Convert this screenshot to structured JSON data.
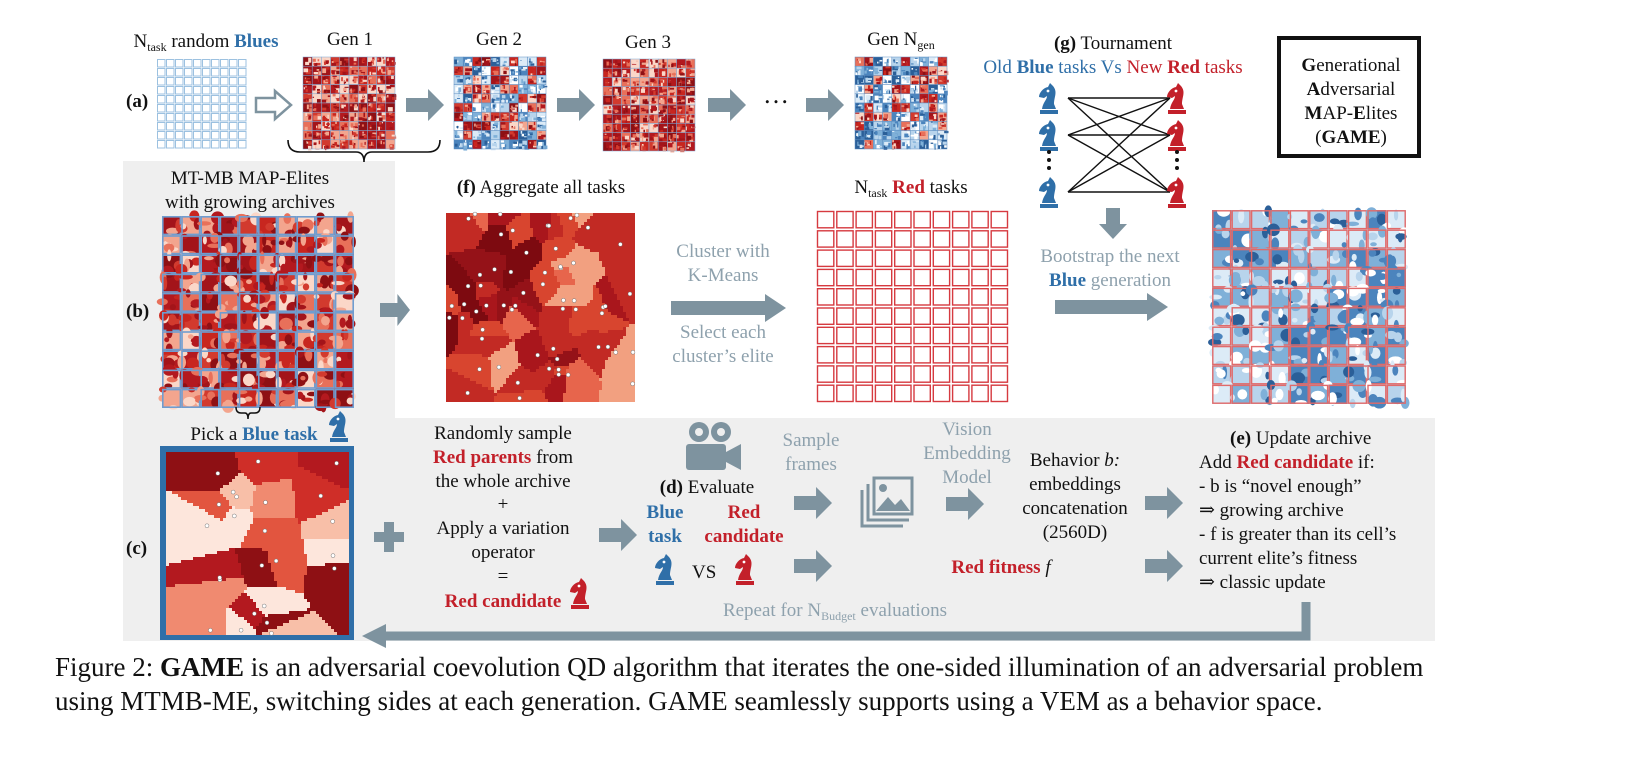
{
  "row_labels": {
    "a": "(a)",
    "b": "(b)",
    "c": "(c)"
  },
  "row_a": {
    "ntask_prefix": "N",
    "ntask_sub": "task",
    "random_label": " random ",
    "blues_label": "Blues",
    "gen1": "Gen 1",
    "gen2": "Gen 2",
    "gen3": "Gen 3",
    "genN_prefix": "Gen N",
    "genN_sub": "gen",
    "ellipsis": "…"
  },
  "tournament": {
    "letter": "(g)",
    "title": " Tournament",
    "old": "Old ",
    "blue_word": "Blue",
    "tasks_vs": " tasks Vs ",
    "new_red": "New ",
    "red_word": "Red",
    "tasks_end": " tasks"
  },
  "game_box": {
    "line1_bold": "G",
    "line1_rest": "enerational",
    "line2_bold": "A",
    "line2_rest": "dversarial",
    "line3_bold1": "M",
    "line3_mid": "AP-",
    "line3_bold2": "E",
    "line3_rest": "lites",
    "line4_open": "(",
    "line4_bold": "GAME",
    "line4_close": ")"
  },
  "row_b": {
    "mtmb_line1": "MT-MB MAP-Elites",
    "mtmb_line2": "with growing archives",
    "aggregate_letter": "(f)",
    "aggregate_text": " Aggregate all tasks",
    "cluster_line1": "Cluster with",
    "cluster_line2": "K-Means",
    "select_line1": "Select each",
    "select_line2": "cluster’s elite",
    "ntask_prefix": "N",
    "ntask_sub": "task",
    "red_word": "Red",
    "tasks_word": " tasks",
    "bootstrap_line1": "Bootstrap the next",
    "bootstrap_blue": "Blue",
    "bootstrap_rest": " generation"
  },
  "row_c": {
    "pick_prefix": "Pick a ",
    "pick_blue": "Blue task",
    "sample_line1": "Randomly sample",
    "sample_red": "Red parents",
    "sample_from": " from",
    "sample_line3": "the whole archive",
    "plus_small": "+",
    "apply_line1": "Apply a variation",
    "apply_line2": "operator",
    "equals": "=",
    "red_candidate": "Red candidate",
    "evaluate_letter": "(d)",
    "evaluate_text": " Evaluate",
    "blue_line1": "Blue",
    "blue_line2": "task",
    "redc_line1": "Red",
    "redc_line2": "candidate",
    "vs": "VS",
    "frames_line1": "Sample",
    "frames_line2": "frames",
    "vem_line1": "Vision",
    "vem_line2": "Embedding",
    "vem_line3": "Model",
    "behavior_line1": "Behavior ",
    "behavior_b": "b:",
    "behavior_line2": "embeddings",
    "behavior_line3": "concatenation",
    "behavior_line4": "(2560D)",
    "fitness_red": "Red fitness",
    "fitness_f": " f",
    "update_letter": "(e)",
    "update_text": " Update archive",
    "add_prefix": "Add ",
    "add_red": "Red candidate",
    "add_suffix": " if:",
    "cond1": "- b is “novel enough”",
    "cond1_then": "⇒ growing archive",
    "cond2_line1": "- f is greater than its cell’s",
    "cond2_line2": "current elite’s fitness",
    "cond2_then": "⇒ classic update",
    "repeat_prefix": "Repeat for N",
    "repeat_sub": "Budget",
    "repeat_suffix": " evaluations"
  },
  "caption": {
    "line1_prefix": "Figure 2: ",
    "line1_bold": "GAME",
    "line1_rest": " is an adversarial coevolution QD algorithm that iterates the one-sided illumination of an adversarial problem",
    "line2": "using MTMB-ME, switching sides at each generation. GAME seamlessly supports using a VEM as a behavior space."
  },
  "colors": {
    "blue": "#2f6fa8",
    "red": "#c3202a",
    "arrow_gray": "#7e939f",
    "panel_gray": "#efefef",
    "light_blue_grid": "#9cc1e0"
  }
}
